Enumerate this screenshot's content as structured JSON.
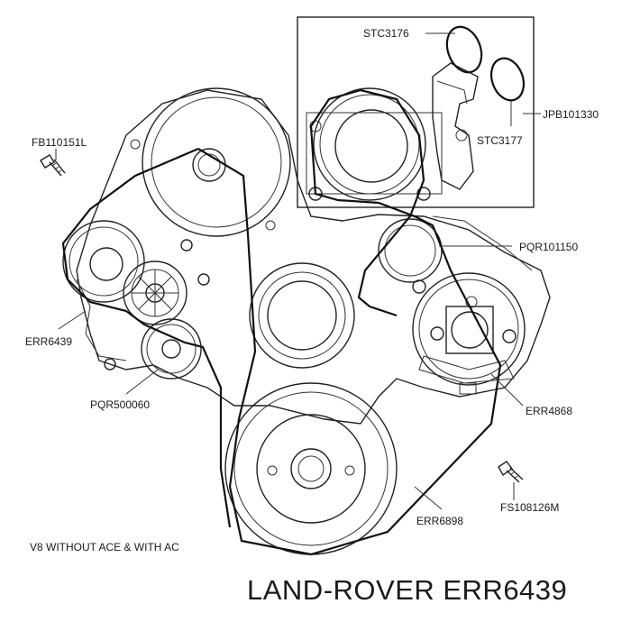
{
  "callouts": {
    "stc3176": "STC3176",
    "jpb101330": "JPB101330",
    "stc3177": "STC3177",
    "fb110151l": "FB110151L",
    "pqr101150": "PQR101150",
    "err6439": "ERR6439",
    "pqr500060": "PQR500060",
    "err4868": "ERR4868",
    "err6898": "ERR6898",
    "fs108126m": "FS108126M"
  },
  "caption": "V8 WITHOUT ACE & WITH AC",
  "brand_title": "LAND-ROVER ERR6439"
}
